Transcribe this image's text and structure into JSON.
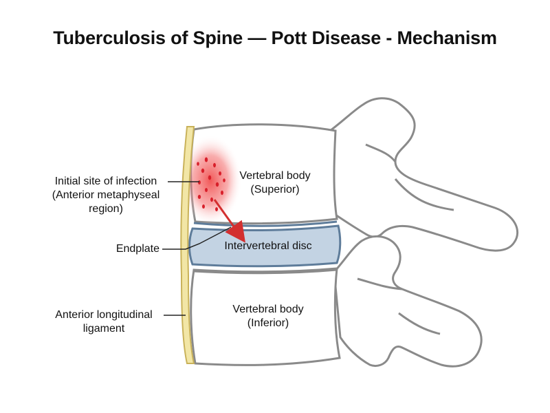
{
  "title": "Tuberculosis of Spine — Pott Disease - Mechanism",
  "labels": {
    "infection": [
      "Initial site of infection",
      "(Anterior metaphyseal",
      "region)"
    ],
    "endplate": "Endplate",
    "ligament": [
      "Anterior longitudinal",
      "ligament"
    ],
    "superior_body": [
      "Vertebral body",
      "(Superior)"
    ],
    "disc": "Intervertebral disc",
    "inferior_body": [
      "Vertebral body",
      "(Inferior)"
    ]
  },
  "colors": {
    "outline": "#8a8a8a",
    "disc_fill": "#c3d3e3",
    "disc_stroke": "#5e7c9a",
    "ligament": "#f2e6a6",
    "ligament_stroke": "#c9b25a",
    "infection": "#e53935",
    "arrow": "#d32f2f"
  }
}
